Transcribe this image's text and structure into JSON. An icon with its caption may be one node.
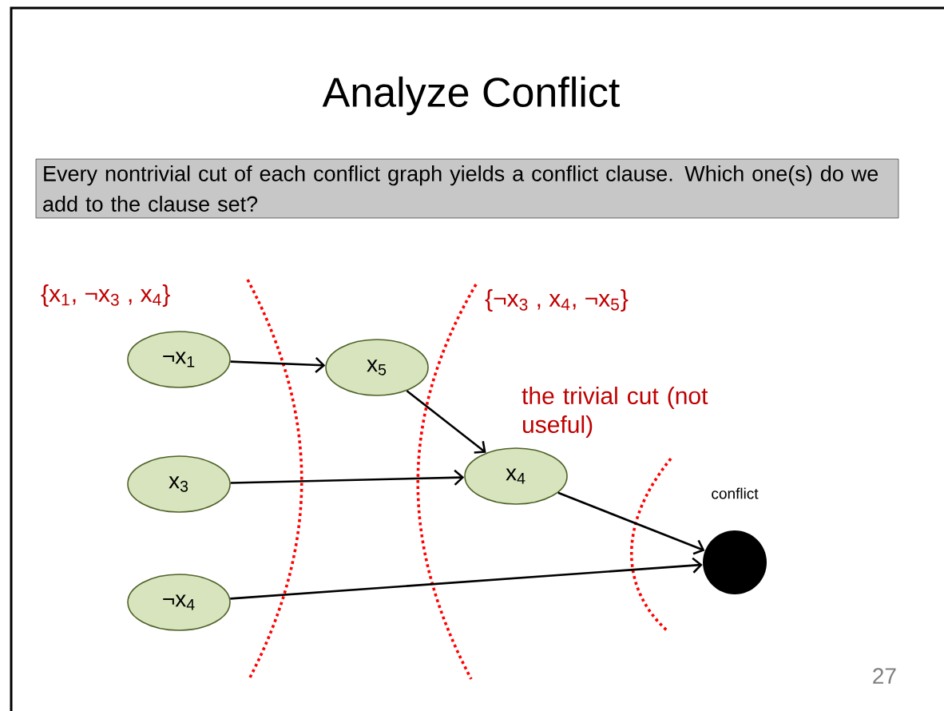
{
  "diagram": {
    "title": "Analyze Conflict",
    "nodes": [
      {
        "text": [
          "Every nontrivial cut of each conflict graph yields a conflict clause.  Which one(s) do we add to the clause set?"
        ]
      },
      {
        "text": [
          "¬x$_{1}$"
        ]
      },
      {
        "text": [
          "x$_{5}$"
        ]
      },
      {
        "text": [
          "x$_{3}$"
        ]
      },
      {
        "text": [
          "x$_{4}$"
        ]
      },
      {
        "text": [
          "¬x$_{4}$"
        ]
      },
      {
        "text": [],
        "shape": "circle",
        "beside": [
          "conflict"
        ]
      }
    ],
    "edges": [
      {
        "from": 1,
        "to": 2,
        "arrow": "to"
      },
      {
        "from": 2,
        "to": 4,
        "arrow": "to"
      },
      {
        "from": 3,
        "to": 4,
        "arrow": "to"
      },
      {
        "from": 4,
        "to": 6,
        "arrow": "to"
      },
      {
        "from": 5,
        "to": 6,
        "arrow": "to"
      }
    ],
    "labels": [
      "{x$_{1}$, ¬x$_{3}$ , x$_{4}$}",
      "{¬x$_{3}$ , x$_{4}$, ¬x$_{5}$}",
      "the trivial cut (not useful)",
      "27"
    ]
  }
}
